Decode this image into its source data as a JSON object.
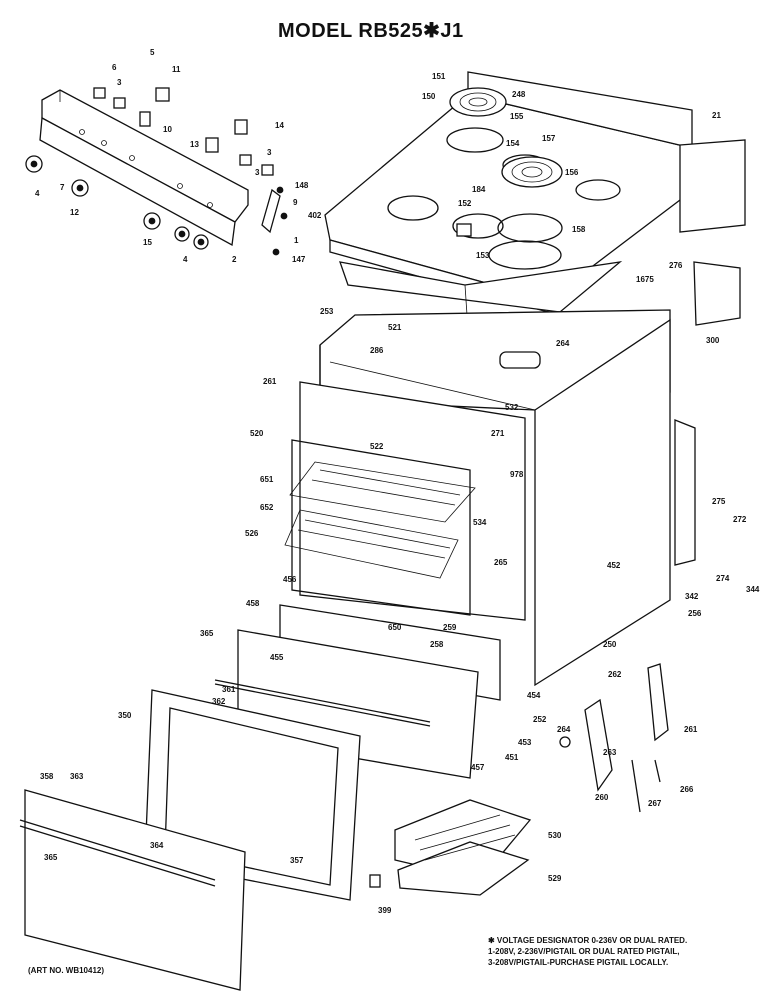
{
  "title": "MODEL RB525✱J1",
  "art_number": "(ART NO. WB10412)",
  "note_lines": [
    "✱ VOLTAGE DESIGNATOR 0-236V OR DUAL RATED.",
    "1-208V, 2-236V/PIGTAIL OR DUAL RATED PIGTAIL,",
    "3-208V/PIGTAIL-PURCHASE PIGTAIL LOCALLY."
  ],
  "part_labels": [
    "5",
    "6",
    "3",
    "11",
    "10",
    "14",
    "3",
    "13",
    "3",
    "4",
    "7",
    "12",
    "148",
    "9",
    "402",
    "15",
    "4",
    "2",
    "147",
    "151",
    "248",
    "150",
    "155",
    "157",
    "154",
    "156",
    "184",
    "152",
    "158",
    "153",
    "21",
    "1",
    "253",
    "276",
    "1675",
    "300",
    "521",
    "286",
    "264",
    "261",
    "532",
    "271",
    "520",
    "522",
    "978",
    "651",
    "652",
    "534",
    "526",
    "265",
    "275",
    "272",
    "274",
    "344",
    "452",
    "456",
    "458",
    "650",
    "259",
    "342",
    "256",
    "365",
    "455",
    "258",
    "250",
    "262",
    "361",
    "362",
    "454",
    "350",
    "264",
    "261",
    "252",
    "453",
    "451",
    "457",
    "263",
    "260",
    "267",
    "266",
    "358",
    "363",
    "365",
    "364",
    "357",
    "530",
    "529",
    "399"
  ]
}
